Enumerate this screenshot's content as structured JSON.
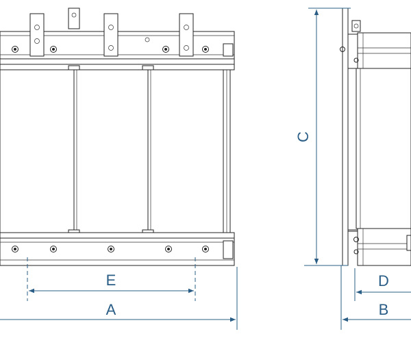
{
  "dimensions": {
    "A": "A",
    "B": "B",
    "C": "C",
    "D": "D",
    "E": "E"
  },
  "colors": {
    "dimension": "#2a5d86",
    "outline": "#222222"
  }
}
